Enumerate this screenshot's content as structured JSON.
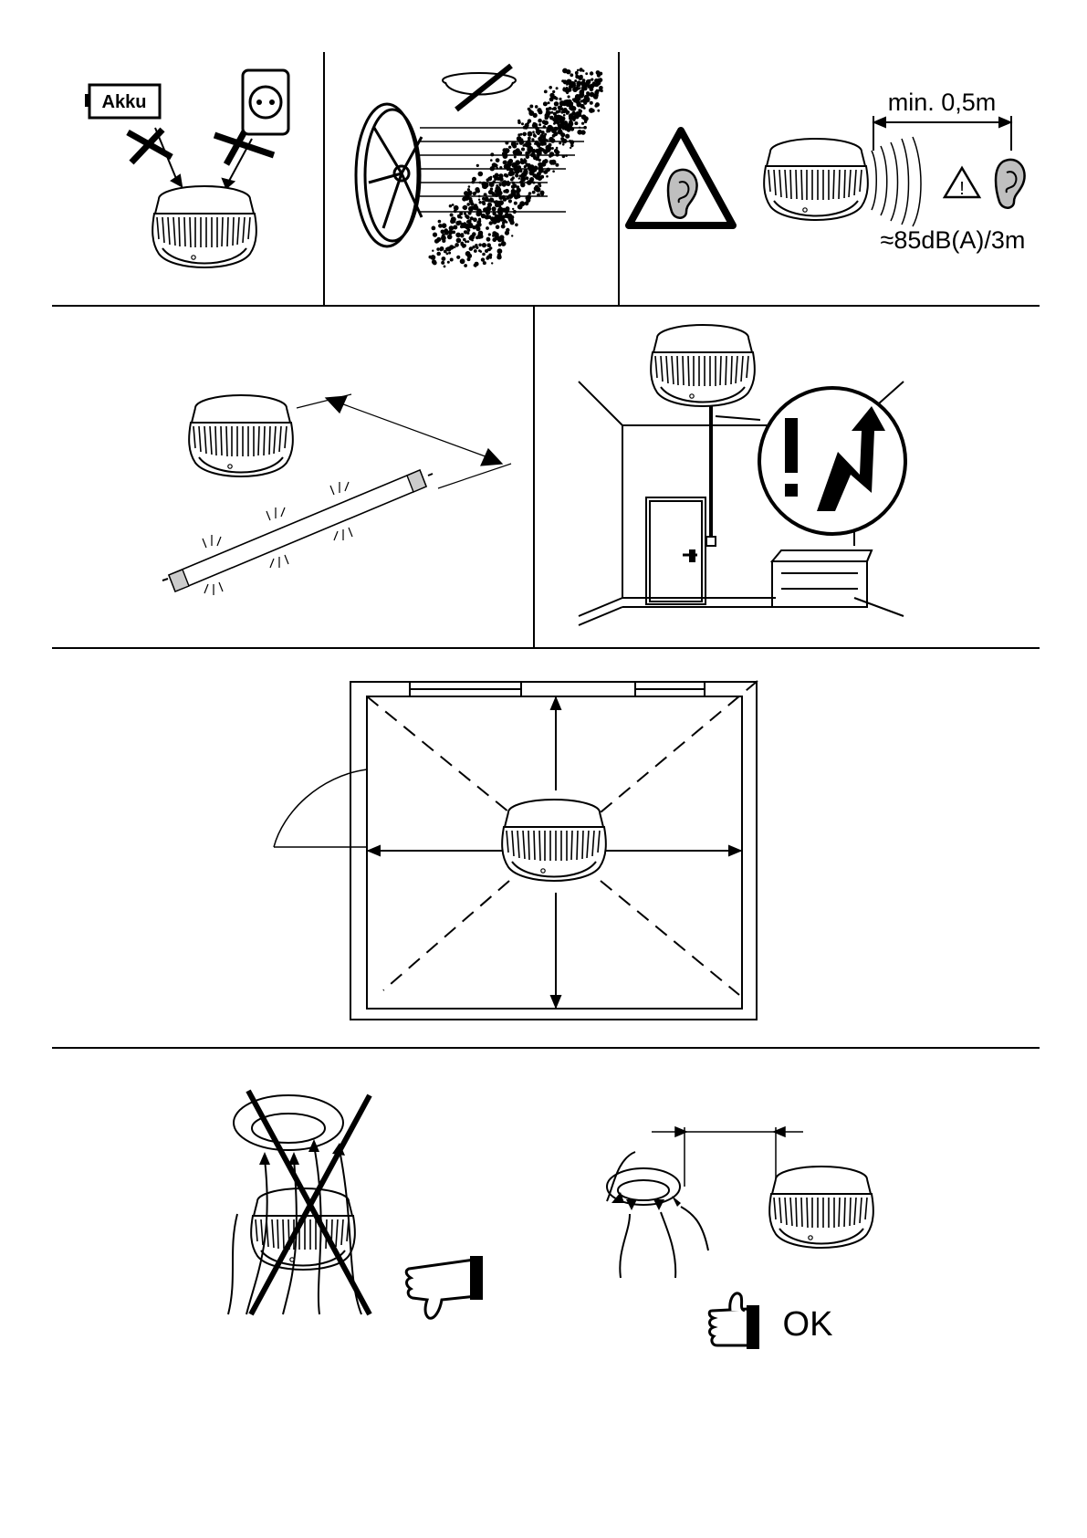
{
  "labels": {
    "battery": "Akku",
    "min_distance": "min. 0,5m",
    "sound_level": "≈85dB(A)/3m",
    "ok": "OK"
  },
  "icons": [
    "battery-icon",
    "wall-socket-icon",
    "smoke-detector-icon",
    "fan-icon",
    "dust-icon",
    "ear-warning-sign-icon",
    "ear-icon",
    "warning-triangle-icon",
    "fluorescent-tube-icon",
    "lightning-warning-icon",
    "thumbs-down-icon",
    "thumbs-up-icon"
  ],
  "colors": {
    "line": "#000000",
    "ear_fill": "#bfbfbf",
    "background": "#ffffff"
  }
}
